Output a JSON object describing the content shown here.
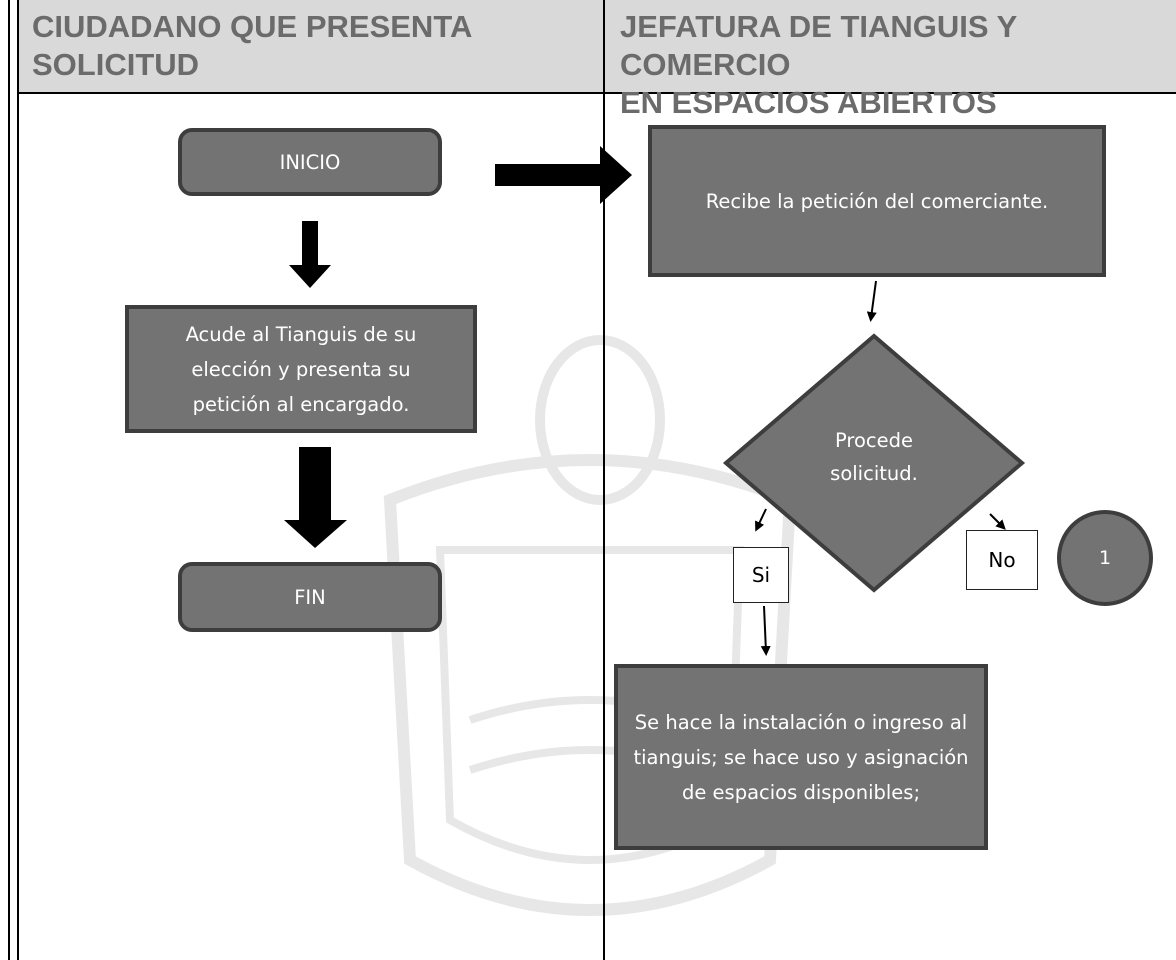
{
  "lanes": [
    {
      "title_line1": "CIUDADANO QUE PRESENTA",
      "title_line2": "SOLICITUD"
    },
    {
      "title_line1": "JEFATURA DE TIANGUIS Y COMERCIO",
      "title_line2": "EN ESPACIOS ABIERTOS"
    }
  ],
  "nodes": {
    "start": "INICIO",
    "go_to_tianguis": "Acude al Tianguis de su elección y presenta su petición al encargado.",
    "end": "FIN",
    "receive": "Recibe la petición del comerciante.",
    "decision": "Procede solicitud.",
    "yes": "Si",
    "no": "No",
    "connector": "1",
    "install": "Se hace la instalación o ingreso al tianguis; se hace uso y asignación de espacios disponibles;"
  },
  "colors": {
    "shape_fill": "#737373",
    "shape_border": "#3d3d3d",
    "header_bg": "#d9d9d9",
    "header_text": "#6b6b6b"
  }
}
